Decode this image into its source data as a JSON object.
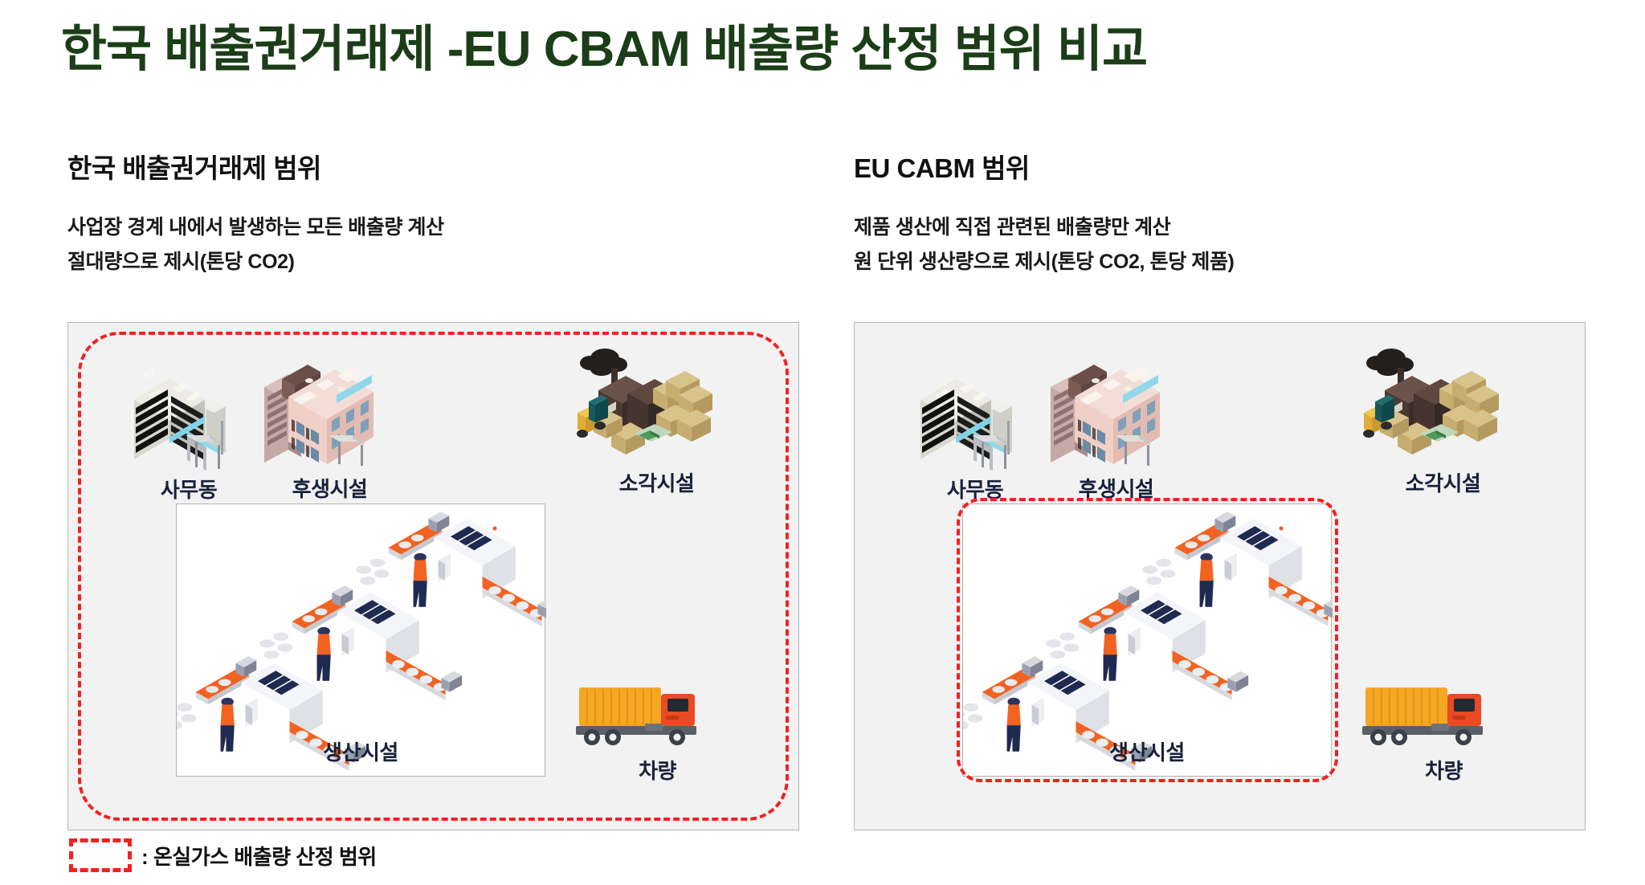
{
  "title": "한국 배출권거래제 -EU CBAM 배출량 산정 범위 비교",
  "title_color": "#1b3d17",
  "accent_color": "#f32020",
  "panel_bg_color": "#f2f2f2",
  "columns": [
    {
      "heading": "한국 배출권거래제 범위",
      "lines": [
        "사업장 경계 내에서 발생하는 모든 배출량 계산",
        "절대량으로 제시(톤당 CO2)"
      ],
      "scope": "site",
      "facilities": {
        "office": "사무동",
        "welfare": "후생시설",
        "incinerator": "소각시설",
        "production": "생산시설",
        "vehicle": "차량"
      }
    },
    {
      "heading": "EU CABM 범위",
      "lines": [
        "제품 생산에 직접 관련된 배출량만 계산",
        "원 단위 생산량으로 제시(톤당 CO2, 톤당 제품)"
      ],
      "scope": "production",
      "facilities": {
        "office": "사무동",
        "welfare": "후생시설",
        "incinerator": "소각시설",
        "production": "생산시설",
        "vehicle": "차량"
      }
    }
  ],
  "legend": {
    "text": ": 온실가스 배출량 산정 범위"
  }
}
